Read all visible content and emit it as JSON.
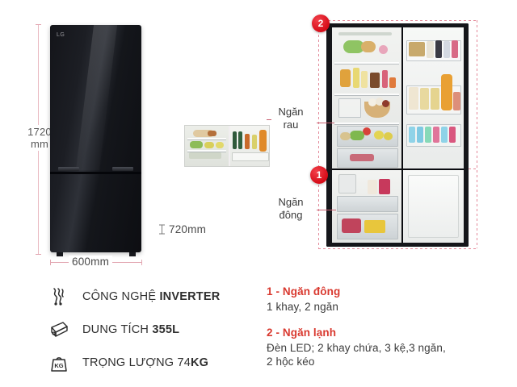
{
  "dimensions": {
    "height_label": "1720",
    "height_unit": "mm",
    "width_label": "600mm",
    "depth_label": "720mm",
    "depth_icon": "depth-measure-icon"
  },
  "product": {
    "brand_logo": "LG",
    "name": "black-glass-bottom-freezer-refrigerator"
  },
  "badges": [
    {
      "id": "badge-2",
      "number": "2"
    },
    {
      "id": "badge-1",
      "number": "1"
    }
  ],
  "callouts": [
    {
      "id": "callout-vegetable",
      "line1": "Ngăn",
      "line2": "rau"
    },
    {
      "id": "callout-freezer",
      "line1": "Ngăn",
      "line2": "đông"
    }
  ],
  "features": [
    {
      "icon": "inverter-airflow-icon",
      "prefix": "CÔNG NGHỆ ",
      "value": "INVERTER"
    },
    {
      "icon": "capacity-icon",
      "prefix": "DUNG TÍCH ",
      "value": "355L"
    },
    {
      "icon": "weight-kg-icon",
      "prefix": "TRỌNG LƯỢNG 74",
      "value": "KG"
    }
  ],
  "specs": [
    {
      "heading": "1 - Ngăn đông",
      "lines": [
        "1 khay, 2 ngăn"
      ]
    },
    {
      "heading": "2 - Ngăn lạnh",
      "lines": [
        "Đèn LED; 2 khay chứa, 3 kệ,3 ngăn,",
        "2 hộc kéo"
      ]
    }
  ],
  "colors": {
    "accent_red": "#d9392f",
    "badge_red": "#d60c18",
    "guide_pink": "#e48a9a",
    "text_dark": "#2f2f2f"
  }
}
